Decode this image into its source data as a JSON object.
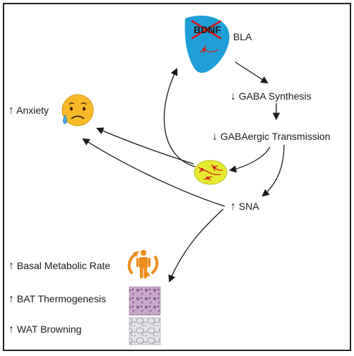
{
  "brain_region": {
    "region_label": "BLA",
    "gene_label": "BDNF"
  },
  "pathway": {
    "gaba_synthesis": {
      "arrow": "↓",
      "text": "GABA Synthesis"
    },
    "gaba_transmission": {
      "arrow": "↓",
      "text": "GABAergic Transmission"
    },
    "sna": {
      "arrow": "↑",
      "text": "SNA"
    }
  },
  "behavior": {
    "anxiety": {
      "arrow": "↑",
      "text": "Anxiety"
    }
  },
  "metabolic_outcomes": [
    {
      "arrow": "↑",
      "text": "Basal Metabolic Rate"
    },
    {
      "arrow": "↑",
      "text": "BAT Thermogenesis"
    },
    {
      "arrow": "↑",
      "text": "WAT Browning"
    }
  ],
  "icons": {
    "sad_face": "sad-face-emoji-icon",
    "human": "human-figure-icon",
    "recycle": "circular-arrows-icon",
    "bat_tissue": "bat-histology-image",
    "wat_tissue": "wat-histology-image",
    "neuron": "neuron-cluster-icon"
  },
  "colors": {
    "bla_blob": "#1e9fd8",
    "neuron_blob": "#e6ea2f",
    "neuron_red": "#d81e1e",
    "cross_red": "#e01010",
    "face_yellow": "#f7b928",
    "human_orange": "#f08c1e",
    "arrow": "#1a1a1a"
  }
}
